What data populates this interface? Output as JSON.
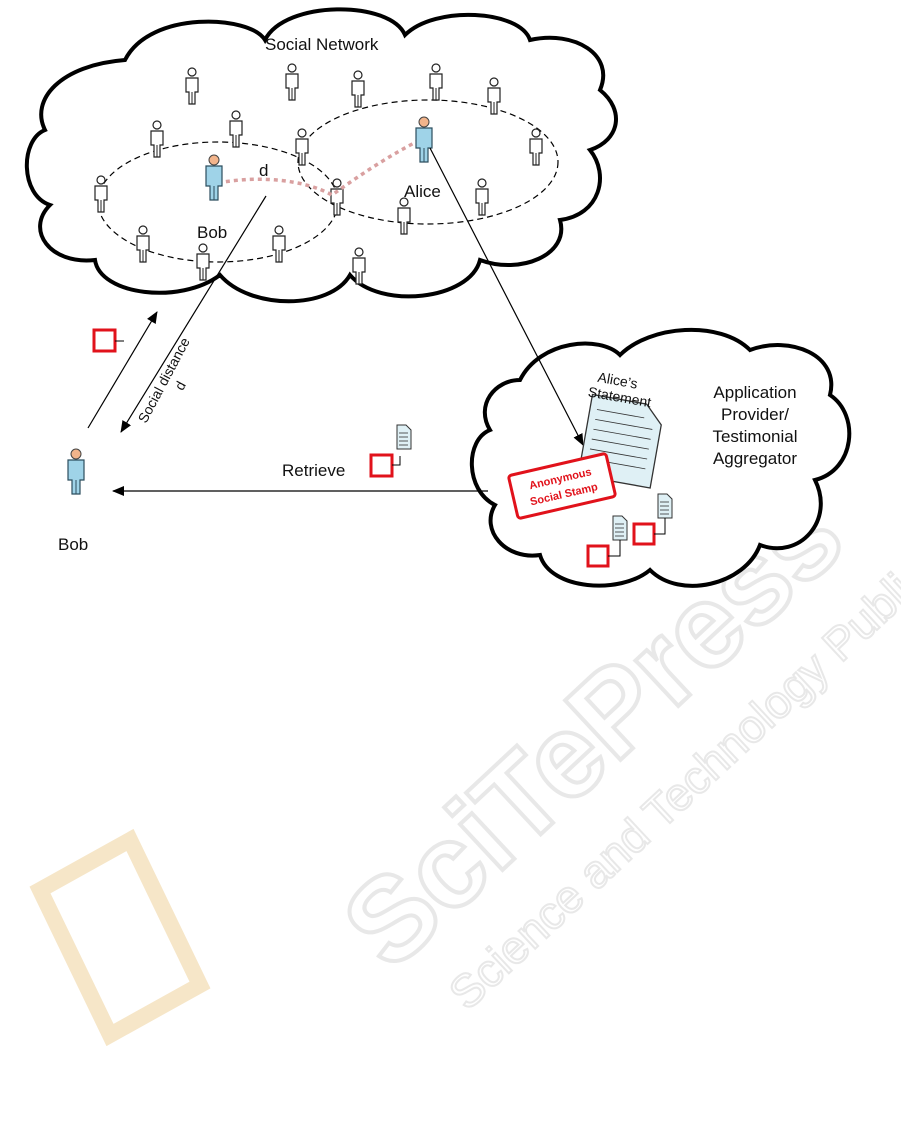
{
  "labels": {
    "social_network": "Social Network",
    "d_top": "d",
    "alice": "Alice",
    "bob_network": "Bob",
    "social_distance": "Social distance",
    "d_rotated": "d",
    "bob_main": "Bob",
    "retrieve": "Retrieve",
    "alices": "Alice’s",
    "statement": "Statement",
    "app_line1": "Application",
    "app_line2": "Provider/",
    "app_line3": "Testimonial",
    "app_line4": "Aggregator",
    "stamp_line1": "Anonymous",
    "stamp_line2": "Social Stamp"
  },
  "watermark": {
    "main": "SciTePress",
    "sub": "Science and Technology Publications"
  },
  "colors": {
    "stamp_red": "#e1121b",
    "person_blue": "#9fd3e8",
    "person_skin": "#f2b48b",
    "path_pink": "#d9a0a0",
    "doc_fill": "#dff0f5"
  }
}
